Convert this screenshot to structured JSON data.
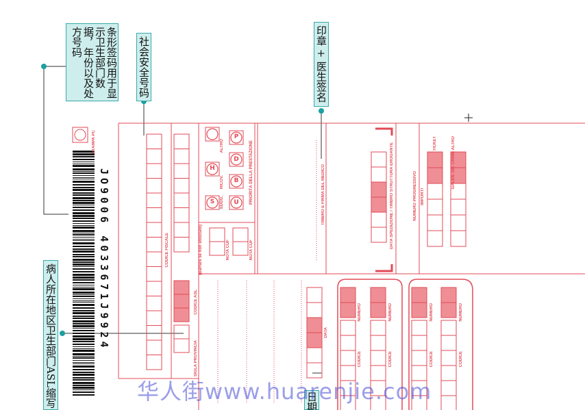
{
  "annotations": {
    "barcode_note": "条形签码用于显示卫生部门数据，年份以及处方号码",
    "ssn_note": "社会安全号码",
    "stamp_note": "印章 + 医生签名",
    "asl_note": "病人所在地区卫生部门ASL缩写",
    "date_note": "日期"
  },
  "form": {
    "stampa_pc": "STAMPA PC",
    "barcode_number": "JO9006 4033671J9924",
    "codice_fiscale": "CODICE FISCALE",
    "sigla_provincia": "SIGLA PROVINCIA",
    "codice_asl": "CODICE ASL",
    "barrare": "(Barrare se non utilizzato)",
    "nota_cuf": "NOTA CUF",
    "priority_s": "S",
    "priority_h": "H",
    "priority_u": "U",
    "priority_b": "B",
    "priority_d": "D",
    "priority_p": "P",
    "altro": "ALTRO",
    "ricov": "RICOV.",
    "sugg": "SUGG.",
    "priorita": "PRIORITÀ DELLA PRESTAZIONE",
    "timbro_medico": "TIMBRO E FIRMA DEL MEDICO",
    "data_spedizione": "DATA SPEDIZIONE / TIMBRO STRUTTURA EROGANTE",
    "numero_progressivo": "NUMERO PROGRESSIVO",
    "importi": "IMPORTI",
    "ticket": "TICKET",
    "galeni": "GALEN. DR. CHIME ALTRO",
    "data": "DATA",
    "numero": "NUMERO",
    "codice": "CODICE"
  },
  "watermark": "华人街www.huarenjie.com",
  "colors": {
    "form_red": "#e24a55",
    "fill_red": "#ef8f95",
    "annotation_bg": "#cdeeed",
    "annotation_border": "#3aa7a8",
    "leader_dot": "#1aa0a0"
  }
}
